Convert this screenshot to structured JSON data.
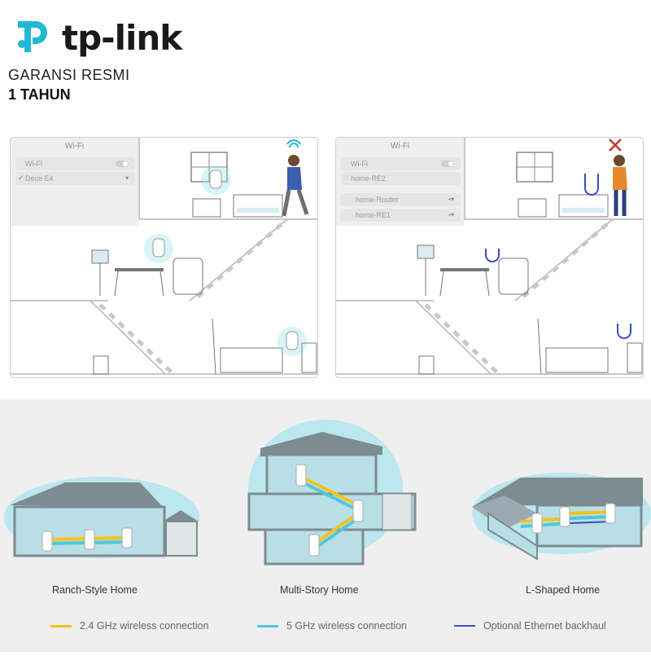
{
  "brand": {
    "name": "tp-link",
    "warranty_line1": "GARANSI RESMI",
    "warranty_line2": "1 TAHUN"
  },
  "panel_left": {
    "wifi_title": "Wi-Fi",
    "rows": [
      {
        "label": "Wi-Fi",
        "control": "toggle"
      },
      {
        "label": "Deco E4",
        "selected": true
      }
    ]
  },
  "panel_right": {
    "wifi_title": "Wi-Fi",
    "rows": [
      {
        "label": "Wi-Fi",
        "control": "toggle"
      },
      {
        "label": "home-RE2",
        "selected": true
      },
      {
        "label": "home-Router"
      },
      {
        "label": "home-RE1"
      }
    ]
  },
  "homes": [
    {
      "label": "Ranch-Style Home"
    },
    {
      "label": "Multi-Story Home"
    },
    {
      "label": "L-Shaped Home"
    }
  ],
  "legend": [
    {
      "label": "2.4 GHz wireless connection",
      "color": "#f2c31b"
    },
    {
      "label": "5 GHz wireless connection",
      "color": "#4fc7d9"
    },
    {
      "label": "Optional Ethernet backhaul",
      "color": "#3a4fb5"
    }
  ],
  "colors": {
    "brand_teal": "#1fb8d6",
    "house_gray": "#7d8c91",
    "signal_glow": "#8fe0ee"
  },
  "icons": [
    "tp-link-logo-icon",
    "wifi-signal-icon",
    "cross-icon",
    "deco-unit-icon"
  ]
}
